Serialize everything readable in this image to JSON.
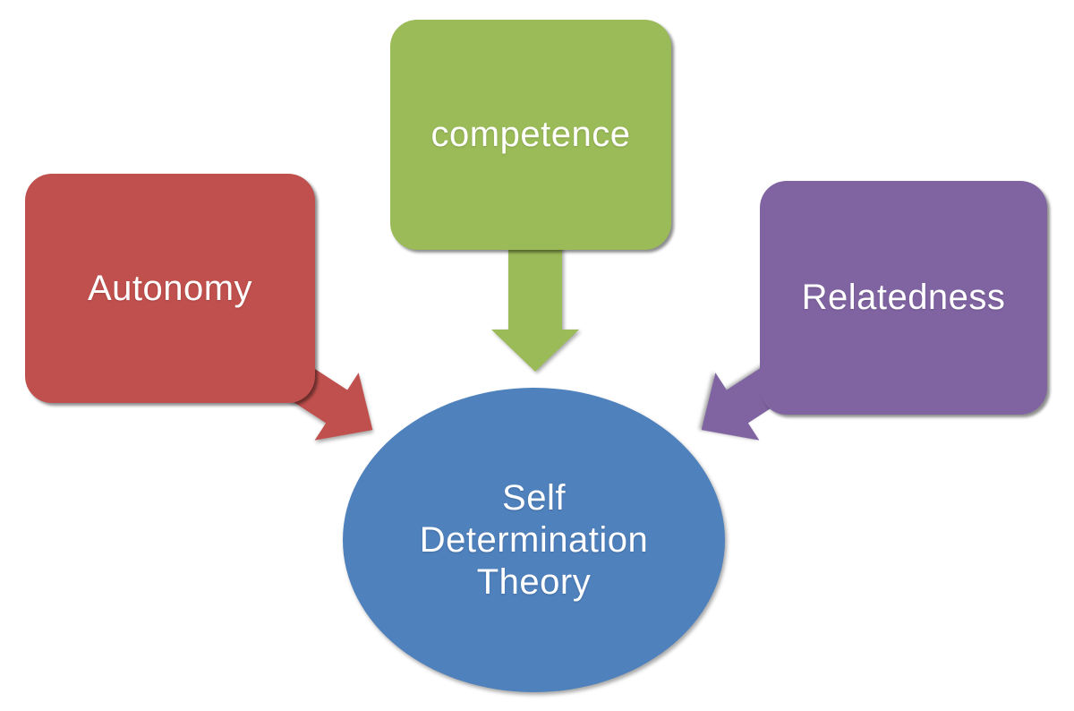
{
  "canvas": {
    "background": "#ffffff",
    "text_color": "#ffffff"
  },
  "diagram": {
    "nodes": {
      "autonomy": {
        "label": "Autonomy",
        "color": "#c0504d"
      },
      "competence": {
        "label": "competence",
        "color": "#9bbb59"
      },
      "relatedness": {
        "label": "Relatedness",
        "color": "#8064a2"
      },
      "center": {
        "lines": [
          "Self",
          "Determination",
          "Theory"
        ],
        "color": "#4f81bd"
      }
    }
  }
}
